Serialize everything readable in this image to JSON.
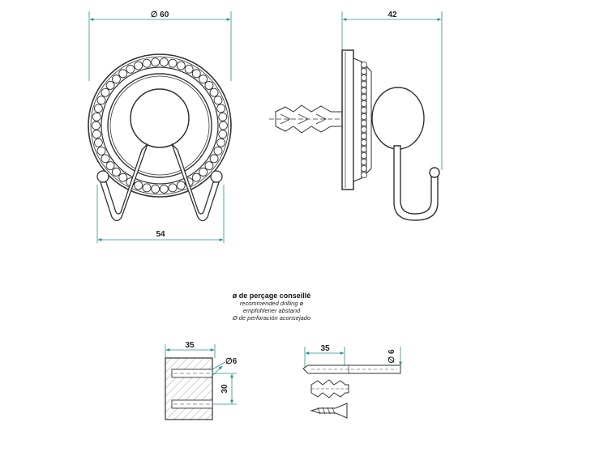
{
  "dimensions": {
    "rosette_diameter": "∅ 60",
    "projection": "42",
    "hook_span": "54",
    "plug_length_block": "35",
    "hole_diameter_block": "∅6",
    "hole_spacing": "30",
    "plug_length_side": "35",
    "drill_diameter": "∅ 6"
  },
  "drilling_note": {
    "title": "ø de perçage conseillé",
    "line_en": "recommended drilling ø",
    "line_de": "empfohlener abstand",
    "line_es": "Ø de perforación aconsejado"
  },
  "colors": {
    "dimension": "#2a8f8f",
    "outline": "#333333",
    "hatch": "#555555"
  }
}
